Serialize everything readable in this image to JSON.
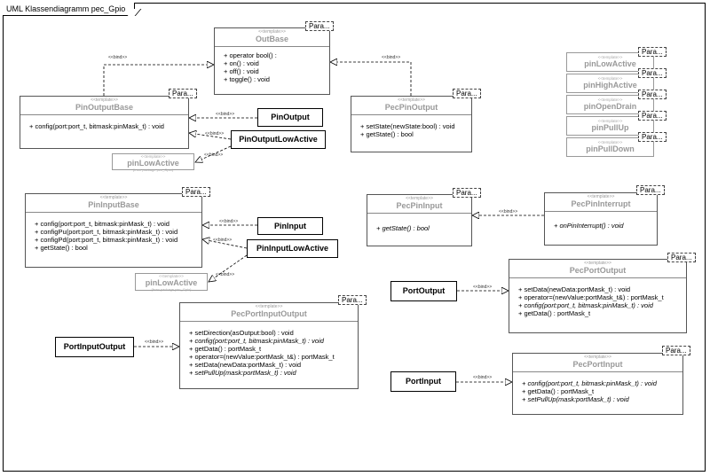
{
  "frame_title": "UML Klassendiagramm pec_Gpio",
  "stereotype": "<<template>>",
  "bind_label": "<<bind>>",
  "param_label": "Para...",
  "from_package": "{from package pec_Gpio}",
  "classes": {
    "OutBase": {
      "name": "OutBase",
      "ops": [
        "+ operator bool() :",
        "+ on() : void",
        "+ off() : void",
        "+ toggle() : void"
      ]
    },
    "PinOutputBase": {
      "name": "PinOutputBase",
      "ops": [
        "+ config(port:port_t, bitmask:pinMask_t) : void"
      ]
    },
    "PecPinOutput": {
      "name": "PecPinOutput",
      "ops": [
        "+ setState(newState:bool) : void",
        "+ getState() : bool"
      ]
    },
    "PinInputBase": {
      "name": "PinInputBase",
      "ops": [
        "+ config(port:port_t, bitmask:pinMask_t) : void",
        "+ configPu(port:port_t, bitmask:pinMask_t) : void",
        "+ configPd(port:port_t, bitmask:pinMask_t) : void",
        "+ getState() : bool"
      ]
    },
    "PecPinInput": {
      "name": "PecPinInput",
      "ops": [
        "+ getState() : bool"
      ]
    },
    "PecPinInterrupt": {
      "name": "PecPinInterrupt",
      "ops": [
        "+ onPinInterrupt() : void"
      ]
    },
    "PecPortOutput": {
      "name": "PecPortOutput",
      "ops": [
        "+ setData(newData:portMask_t) : void",
        "+ operator=(newValue:portMask_t&) : portMask_t",
        "+ config(port:port_t, bitmask:pinMask_t) : void",
        "+ getData() : portMask_t"
      ]
    },
    "PecPortInputOutput": {
      "name": "PecPortInputOutput",
      "ops": [
        "+ setDirection(asOutput:bool) : void",
        "+ config(port:port_t, bitmask:pinMask_t) : void",
        "+ getData() : portMask_t",
        "+ operator=(newValue:portMask_t&) : portMask_t",
        "+ setData(newData:portMask_t) : void",
        "+ setPullUp(mask:portMask_t) : void"
      ]
    },
    "PecPortInput": {
      "name": "PecPortInput",
      "ops": [
        "+ config(port:port_t, bitmask:pinMask_t) : void",
        "+ getData() : portMask_t",
        "+ setPullUp(mask:portMask_t) : void"
      ]
    }
  },
  "bound": {
    "PinOutput": "PinOutput",
    "PinOutputLowActive": "PinOutputLowActive",
    "PinInput": "PinInput",
    "PinInputLowActive": "PinInputLowActive",
    "PortOutput": "PortOutput",
    "PortInputOutput": "PortInputOutput",
    "PortInput": "PortInput"
  },
  "policies": [
    "pinLowActive",
    "pinHighActive",
    "pinOpenDrain",
    "pinPullUp",
    "pinPullDown"
  ],
  "refs": [
    "pinLowActive",
    "pinLowActive"
  ]
}
